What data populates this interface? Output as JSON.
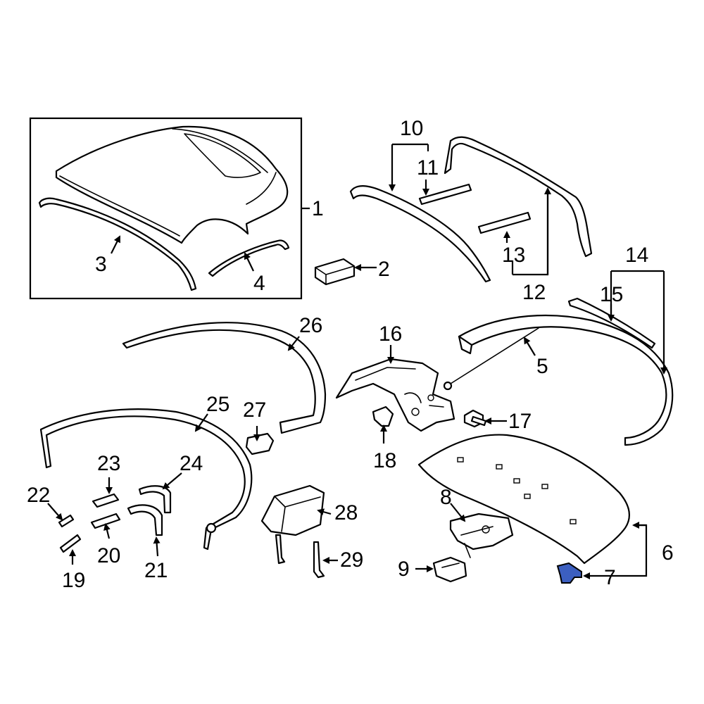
{
  "diagram": {
    "callouts": [
      {
        "id": "c1",
        "label": "1"
      },
      {
        "id": "c2",
        "label": "2"
      },
      {
        "id": "c3",
        "label": "3"
      },
      {
        "id": "c4",
        "label": "4"
      },
      {
        "id": "c5",
        "label": "5"
      },
      {
        "id": "c6",
        "label": "6"
      },
      {
        "id": "c7",
        "label": "7"
      },
      {
        "id": "c8",
        "label": "8"
      },
      {
        "id": "c9",
        "label": "9"
      },
      {
        "id": "c10",
        "label": "10"
      },
      {
        "id": "c11",
        "label": "11"
      },
      {
        "id": "c12",
        "label": "12"
      },
      {
        "id": "c13",
        "label": "13"
      },
      {
        "id": "c14",
        "label": "14"
      },
      {
        "id": "c15",
        "label": "15"
      },
      {
        "id": "c16",
        "label": "16"
      },
      {
        "id": "c17",
        "label": "17"
      },
      {
        "id": "c18",
        "label": "18"
      },
      {
        "id": "c19",
        "label": "19"
      },
      {
        "id": "c20",
        "label": "20"
      },
      {
        "id": "c21",
        "label": "21"
      },
      {
        "id": "c22",
        "label": "22"
      },
      {
        "id": "c23",
        "label": "23"
      },
      {
        "id": "c24",
        "label": "24"
      },
      {
        "id": "c25",
        "label": "25"
      },
      {
        "id": "c26",
        "label": "26"
      },
      {
        "id": "c27",
        "label": "27"
      },
      {
        "id": "c28",
        "label": "28"
      },
      {
        "id": "c29",
        "label": "29"
      }
    ],
    "highlighted_part": "7",
    "colors": {
      "line": "#000000",
      "background": "#ffffff",
      "highlight": "#3c5fc0"
    }
  }
}
